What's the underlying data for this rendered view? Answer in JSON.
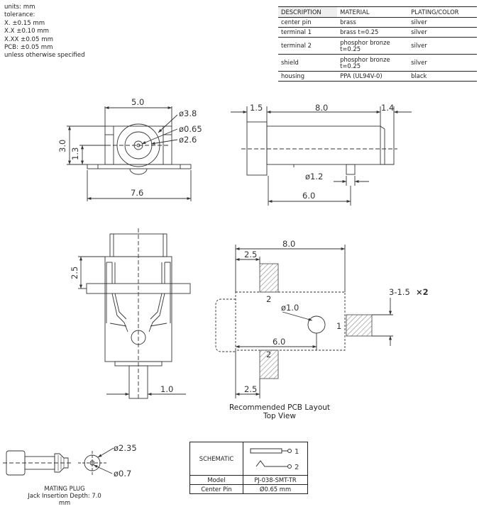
{
  "tolerance_notes": [
    "units: mm",
    "tolerance:",
    "X. ±0.15 mm",
    "X.X ±0.10 mm",
    "X.XX ±0.05 mm",
    "PCB: ±0.05 mm",
    "unless otherwise specified"
  ],
  "materials_table": {
    "headers": [
      "DESCRIPTION",
      "MATERIAL",
      "PLATING/COLOR"
    ],
    "rows": [
      [
        "center pin",
        "brass",
        "silver"
      ],
      [
        "terminal 1",
        "brass t=0.25",
        "silver"
      ],
      [
        "terminal 2",
        "phosphor bronze t=0.25",
        "silver"
      ],
      [
        "shield",
        "phosphor bronze t=0.25",
        "silver"
      ],
      [
        "housing",
        "PPA (UL94V-0)",
        "black"
      ]
    ]
  },
  "front_view": {
    "dims": [
      "5.0",
      "ø3.8",
      "ø0.65",
      "ø2.6",
      "3.0",
      "1.3",
      "7.6"
    ]
  },
  "side_view": {
    "dims": [
      "1.5",
      "8.0",
      "1.4",
      "ø1.2",
      "6.0"
    ]
  },
  "bottom_view": {
    "dims": [
      "2.5",
      "1.0"
    ]
  },
  "pcb_layout": {
    "dims": [
      "8.0",
      "2.5",
      "3-1.5",
      "×2",
      "ø1.0",
      "6.0",
      "2.5"
    ],
    "pad_labels": [
      "2",
      "1",
      "2"
    ],
    "caption": [
      "Recommended PCB Layout",
      "Top View"
    ]
  },
  "mating_plug": {
    "dims": [
      "ø2.35",
      "ø0.7"
    ],
    "caption": [
      "MATING PLUG",
      "Jack Insertion Depth: 7.0 mm"
    ]
  },
  "schematic_table": {
    "title": "SCHEMATIC",
    "pins": [
      "1",
      "2"
    ],
    "rows": [
      [
        "Model",
        "PJ-038-SMT-TR"
      ],
      [
        "Center Pin",
        "Ø0.65 mm"
      ]
    ]
  },
  "colors": {
    "line": "#333333",
    "pad_hatch": "#999999",
    "table_header_bg": "#efefef"
  }
}
